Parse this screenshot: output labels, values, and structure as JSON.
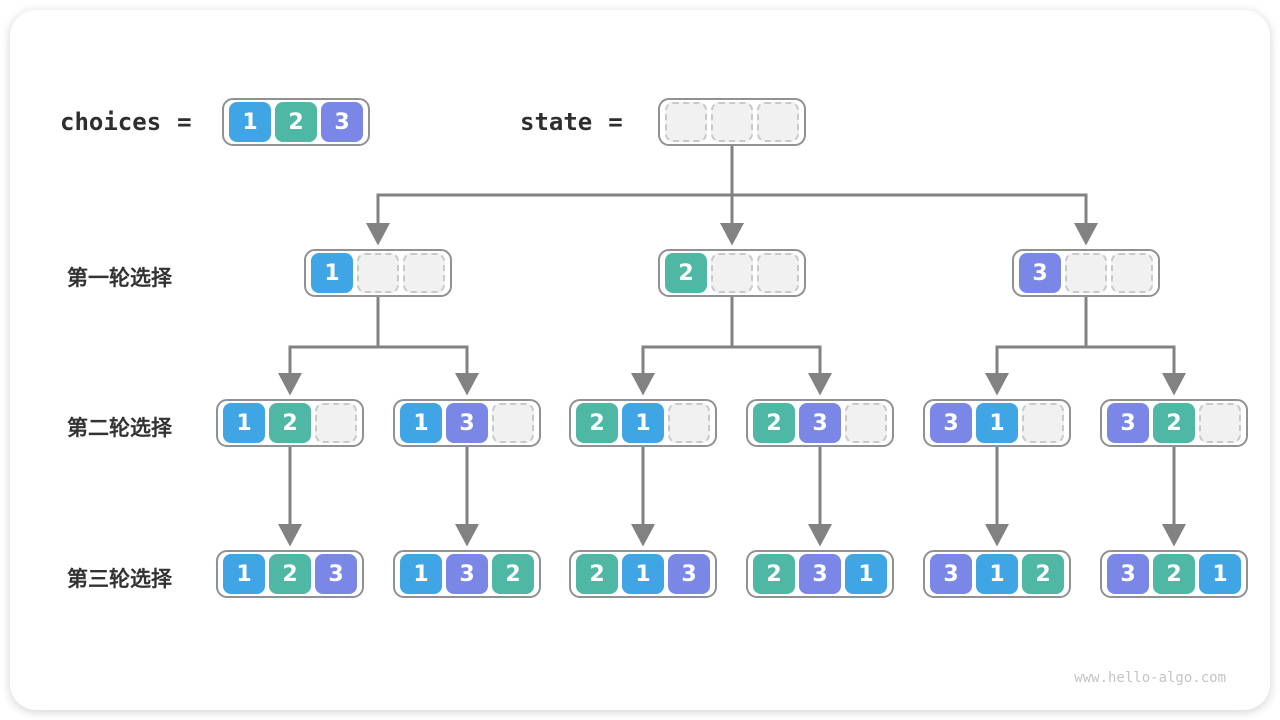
{
  "page": {
    "watermark": "www.hello-algo.com"
  },
  "colors": {
    "value1": "#3fa5e4",
    "value2": "#4eb8a4",
    "value3": "#7a87e6",
    "empty_fill": "#f1f1f2",
    "empty_border": "#c9c9c9",
    "box_border": "#8f9193",
    "arrow": "#828282",
    "text": "#2e2e2e"
  },
  "header": {
    "choices_label": "choices",
    "choices_equals": "=",
    "choices_values": [
      1,
      2,
      3
    ],
    "state_label": "state",
    "state_equals": "=",
    "state_values": [
      null,
      null,
      null
    ]
  },
  "rows": [
    {
      "label": "第一轮选择",
      "boxes": [
        [
          1,
          null,
          null
        ],
        [
          2,
          null,
          null
        ],
        [
          3,
          null,
          null
        ]
      ]
    },
    {
      "label": "第二轮选择",
      "boxes": [
        [
          1,
          2,
          null
        ],
        [
          1,
          3,
          null
        ],
        [
          2,
          1,
          null
        ],
        [
          2,
          3,
          null
        ],
        [
          3,
          1,
          null
        ],
        [
          3,
          2,
          null
        ]
      ]
    },
    {
      "label": "第三轮选择",
      "boxes": [
        [
          1,
          2,
          3
        ],
        [
          1,
          3,
          2
        ],
        [
          2,
          1,
          3
        ],
        [
          2,
          3,
          1
        ],
        [
          3,
          1,
          2
        ],
        [
          3,
          2,
          1
        ]
      ]
    }
  ]
}
